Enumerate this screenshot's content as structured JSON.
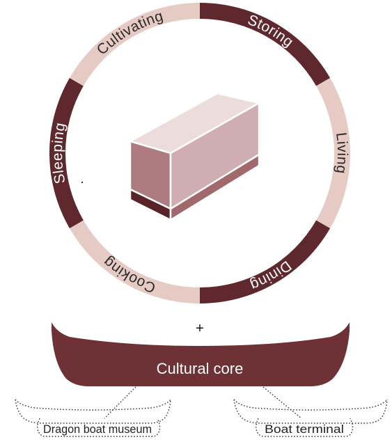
{
  "ring": {
    "segments": [
      {
        "id": "storing",
        "label": "Storing",
        "fill": "#5e282c",
        "text": "#ffffff"
      },
      {
        "id": "living",
        "label": "Living",
        "fill": "#e6cbc5",
        "text": "#2a2a2a"
      },
      {
        "id": "dining",
        "label": "Dining",
        "fill": "#5e282c",
        "text": "#ffffff"
      },
      {
        "id": "cooking",
        "label": "Cooking",
        "fill": "#e6cbc5",
        "text": "#2a2a2a"
      },
      {
        "id": "sleeping",
        "label": "Sleeping",
        "fill": "#5e282c",
        "text": "#ffffff"
      },
      {
        "id": "cultivating",
        "label": "Cultivating",
        "fill": "#e6cbc5",
        "text": "#2a2a2a"
      }
    ]
  },
  "connector": {
    "symbol": "+"
  },
  "core": {
    "label": "Cultural core",
    "fill": "#6d3136"
  },
  "branches": [
    {
      "id": "dragon-boat-museum",
      "label": "Dragon boat museum"
    },
    {
      "id": "boat-terminal",
      "label": "Boat terminal"
    }
  ],
  "colors": {
    "box_top": "#ecdcdc",
    "box_front": "#ad7b80",
    "box_side": "#cfadb1",
    "box_base_front": "#5a2328",
    "box_base_side": "#a2696c",
    "outline": "#ffffff"
  }
}
